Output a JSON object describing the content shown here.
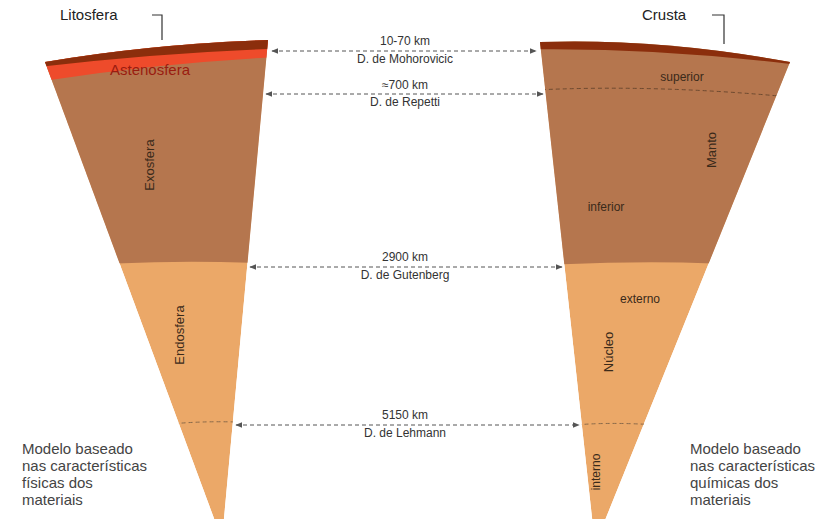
{
  "diagram": {
    "labels": [
      "Litosfera",
      "Astenosfera",
      "Exosfera",
      "Endosfera",
      "Crusta",
      "superior",
      "Manto",
      "inferior",
      "externo",
      "Núcleo",
      "interno",
      "10-70 km",
      "D. de Mohorovicic",
      "≈700 km",
      "D. de Repetti",
      "2900 km",
      "D. de Gutenberg",
      "5150 km",
      "D. de Lehmann",
      "Modelo baseado nas características físicas dos materiais",
      "Modelo baseado nas características químicas dos materiais"
    ]
  }
}
